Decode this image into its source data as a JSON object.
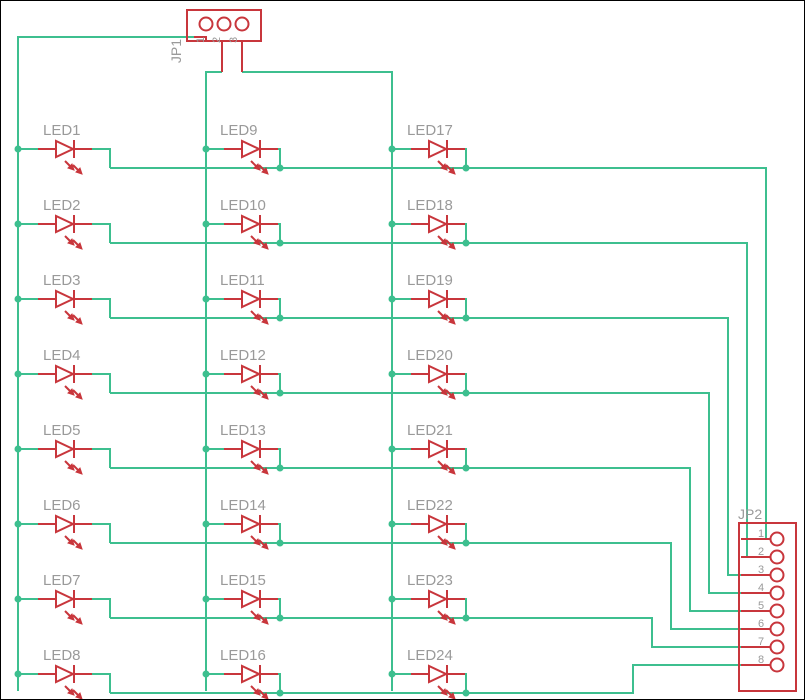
{
  "colors": {
    "wire": "#3dbf8f",
    "part": "#c8363c",
    "label": "#9a9a9a",
    "border": "#000000"
  },
  "connectors": {
    "jp1": {
      "name": "JP1",
      "pins": [
        "1",
        "2",
        "3"
      ]
    },
    "jp2": {
      "name": "JP2",
      "pins": [
        "1",
        "2",
        "3",
        "4",
        "5",
        "6",
        "7",
        "8"
      ]
    }
  },
  "leds": {
    "col1": [
      "LED1",
      "LED2",
      "LED3",
      "LED4",
      "LED5",
      "LED6",
      "LED7",
      "LED8"
    ],
    "col2": [
      "LED9",
      "LED10",
      "LED11",
      "LED12",
      "LED13",
      "LED14",
      "LED15",
      "LED16"
    ],
    "col3": [
      "LED17",
      "LED18",
      "LED19",
      "LED20",
      "LED21",
      "LED22",
      "LED23",
      "LED24"
    ]
  },
  "icons": {
    "led": "led-icon",
    "header": "pin-header-icon",
    "junction": "junction-dot-icon"
  }
}
